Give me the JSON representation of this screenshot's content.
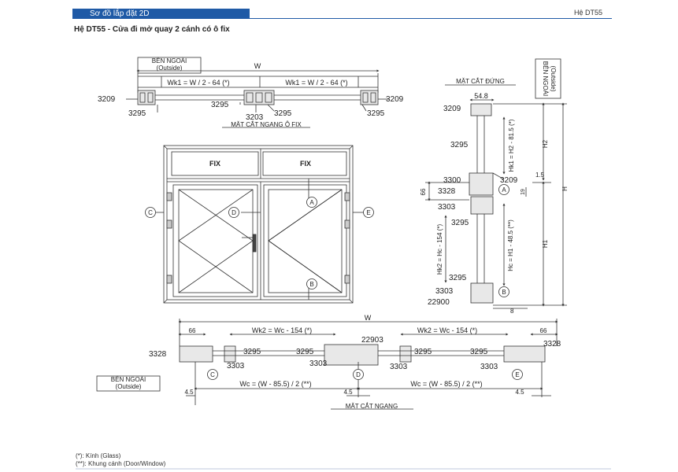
{
  "header": {
    "section": "Sơ đồ lắp đặt 2D",
    "system": "Hệ DT55"
  },
  "title": "Hệ DT55 - Cửa đi mở quay 2 cánh có ô fix",
  "top_view": {
    "outside_label": "BÊN NGOÀI\n(Outside)",
    "width_label": "W",
    "wk1_left": "Wk1 = W / 2 - 64 (*)",
    "wk1_right": "Wk1 = W / 2 - 64 (*)",
    "parts": [
      "3209",
      "3295",
      "3295",
      "3203",
      "3295",
      "3209",
      "3295"
    ],
    "caption": "MẶT CẮT NGANG Ô FIX"
  },
  "elevation": {
    "fix_left": "FIX",
    "fix_right": "FIX",
    "markers": [
      "A",
      "B",
      "C",
      "D",
      "E"
    ]
  },
  "vertical_section": {
    "caption": "MẶT CẮT ĐỨNG",
    "outside_label": "BÊN NGOÀI\n(Outside)",
    "dims": [
      "54.8",
      "Hk1 = H2 - 81.5 (*)",
      "H2",
      "H",
      "1.5",
      "66",
      "19",
      "Hk2 = Hc - 154 (*)",
      "Hc = H1 - 48.5 (**)",
      "H1",
      "8"
    ],
    "parts": [
      "3209",
      "3295",
      "3300",
      "3209",
      "3328",
      "3303",
      "3295",
      "3295",
      "3303",
      "22900"
    ]
  },
  "horizontal_section": {
    "caption": "MẶT CẮT NGANG",
    "outside_label": "BÊN NGOÀI\n(Outside)",
    "width_label": "W",
    "dims": [
      "66",
      "Wk2 = Wc - 154 (*)",
      "Wk2 = Wc - 154 (*)",
      "66",
      "Wc = (W - 85.5) / 2 (**)",
      "Wc = (W - 85.5) / 2 (**)",
      "4.5",
      "4.5",
      "4.5"
    ],
    "parts": [
      "3328",
      "3295",
      "3303",
      "3295",
      "3303",
      "22903",
      "3295",
      "3303",
      "3295",
      "3303",
      "3328"
    ]
  },
  "notes": [
    "(*): Kính (Glass)",
    "(**): Khung cánh (Door/Window)"
  ]
}
